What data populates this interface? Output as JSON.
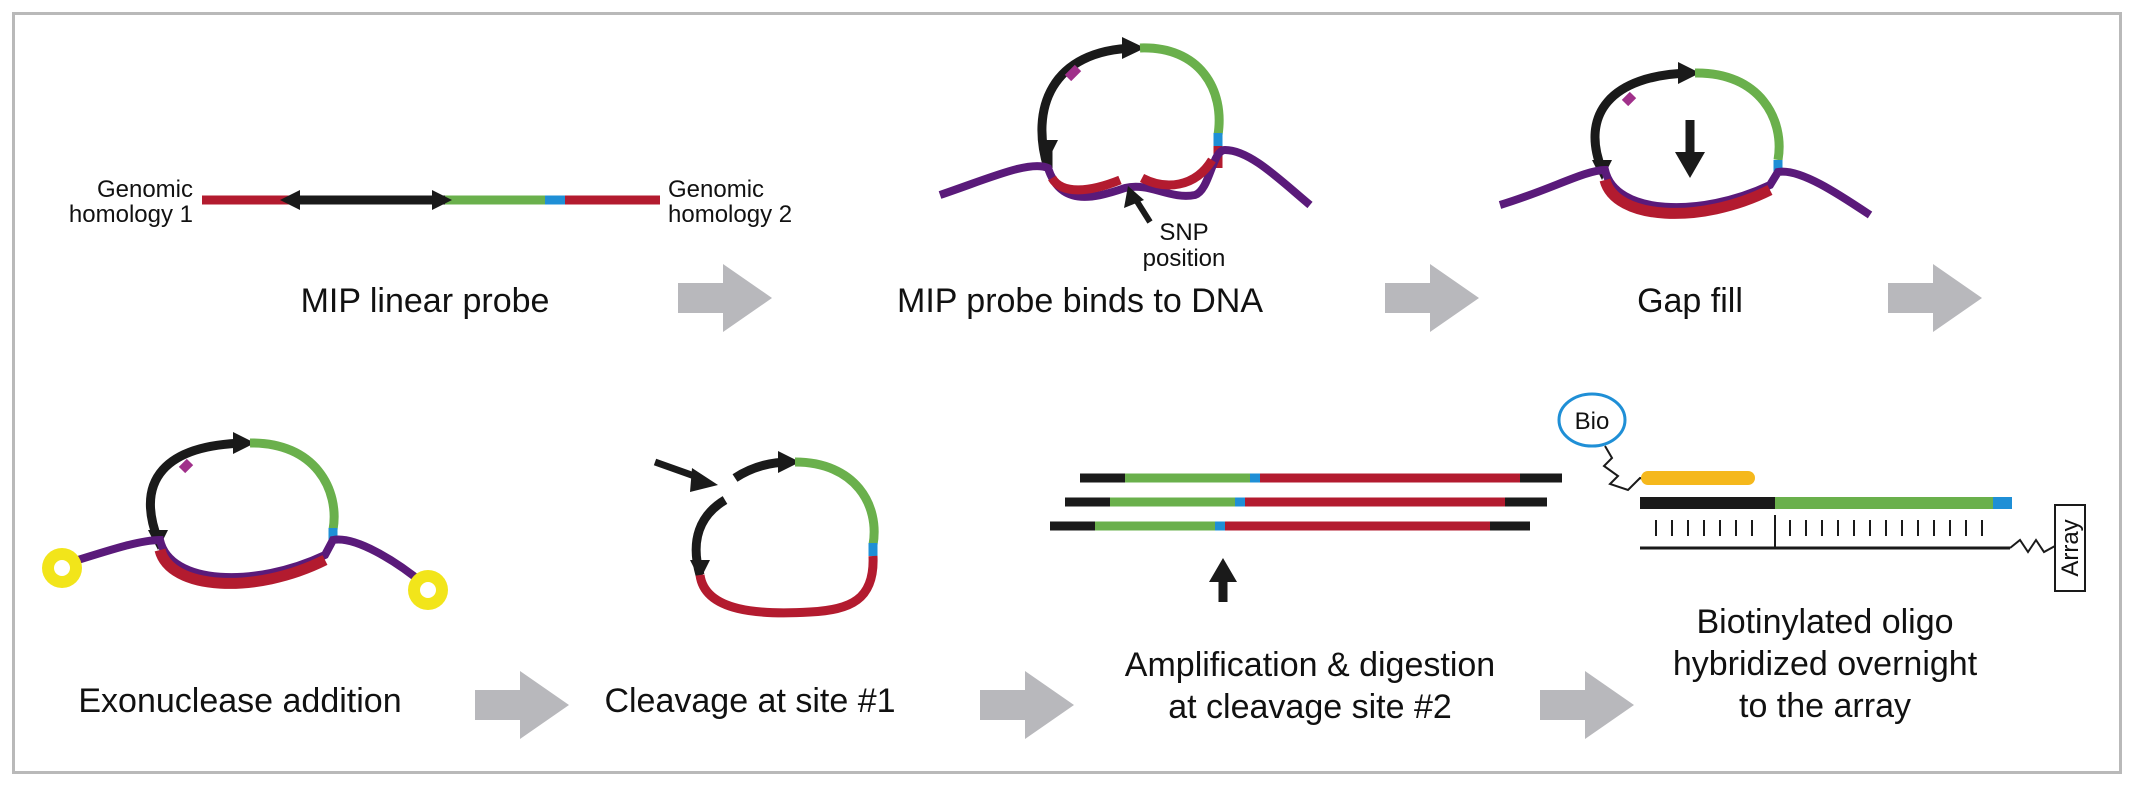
{
  "labels": {
    "genomic_homology_1": [
      "Genomic",
      "homology 1"
    ],
    "genomic_homology_2": [
      "Genomic",
      "homology 2"
    ],
    "snp_position": [
      "SNP",
      "position"
    ],
    "bio": "Bio",
    "array": "Array"
  },
  "captions": {
    "step1": "MIP linear probe",
    "step2": "MIP probe binds to DNA",
    "step3": "Gap fill",
    "step4": "Exonuclease addition",
    "step5": "Cleavage at site #1",
    "step6": [
      "Amplification & digestion",
      "at cleavage site #2"
    ],
    "step7": [
      "Biotinylated oligo",
      "hybridized overnight",
      "to the array"
    ]
  },
  "colors": {
    "red": "#b31b2f",
    "black": "#1a1a1a",
    "green": "#6ab04c",
    "blue": "#1f8fd6",
    "purple": "#5a1a7a",
    "magenta": "#a0308a",
    "yellow": "#f2e51a",
    "orange": "#f5b81c",
    "arrow_gray": "#b8b8bc",
    "border_gray": "#b9b9b9"
  }
}
